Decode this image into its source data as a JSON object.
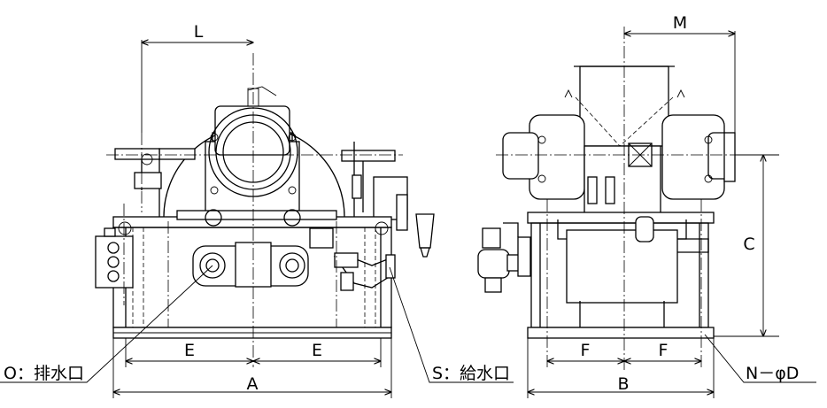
{
  "labels": {
    "L": "L",
    "M": "M",
    "C": "C",
    "E_left": "E",
    "E_right": "E",
    "A": "A",
    "F_left": "F",
    "F_right": "F",
    "B": "B",
    "drain": "O：排水口",
    "supply": "S：給水口",
    "holes": "N－φD"
  }
}
